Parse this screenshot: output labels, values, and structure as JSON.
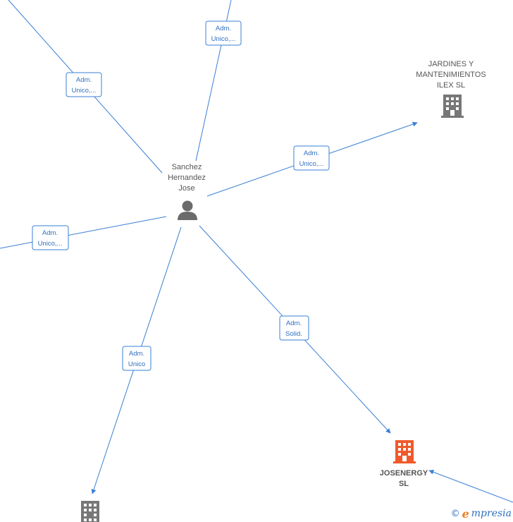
{
  "center_person": {
    "lines": [
      "Sanchez",
      "Hernandez",
      "Jose"
    ],
    "icon": "person-icon"
  },
  "companies": {
    "jardines": {
      "lines": [
        "JARDINES Y",
        "MANTENIMIENTOS",
        "ILEX  SL"
      ],
      "icon": "building-icon",
      "color": "#777777"
    },
    "josenergy": {
      "lines": [
        "JOSENERGY",
        "SL"
      ],
      "icon": "building-icon",
      "color": "#f05a2a"
    },
    "bottom_left": {
      "lines": [],
      "icon": "building-icon",
      "color": "#777777"
    }
  },
  "edges": [
    {
      "id": "top-left",
      "label": [
        "Adm.",
        "Unico,..."
      ]
    },
    {
      "id": "top",
      "label": [
        "Adm.",
        "Unico,..."
      ]
    },
    {
      "id": "jardines",
      "label": [
        "Adm.",
        "Unico,..."
      ]
    },
    {
      "id": "left",
      "label": [
        "Adm.",
        "Unico,..."
      ]
    },
    {
      "id": "bottom-left",
      "label": [
        "Adm.",
        "Unico"
      ]
    },
    {
      "id": "josenergy",
      "label": [
        "Adm.",
        "Solid."
      ]
    }
  ],
  "colors": {
    "edge": "#3a7fd5",
    "edge_label_text": "#2f6fbf",
    "node_label": "#555555"
  },
  "watermark": {
    "copyright": "©",
    "brand_initial": "e",
    "brand_rest": "mpresia"
  }
}
